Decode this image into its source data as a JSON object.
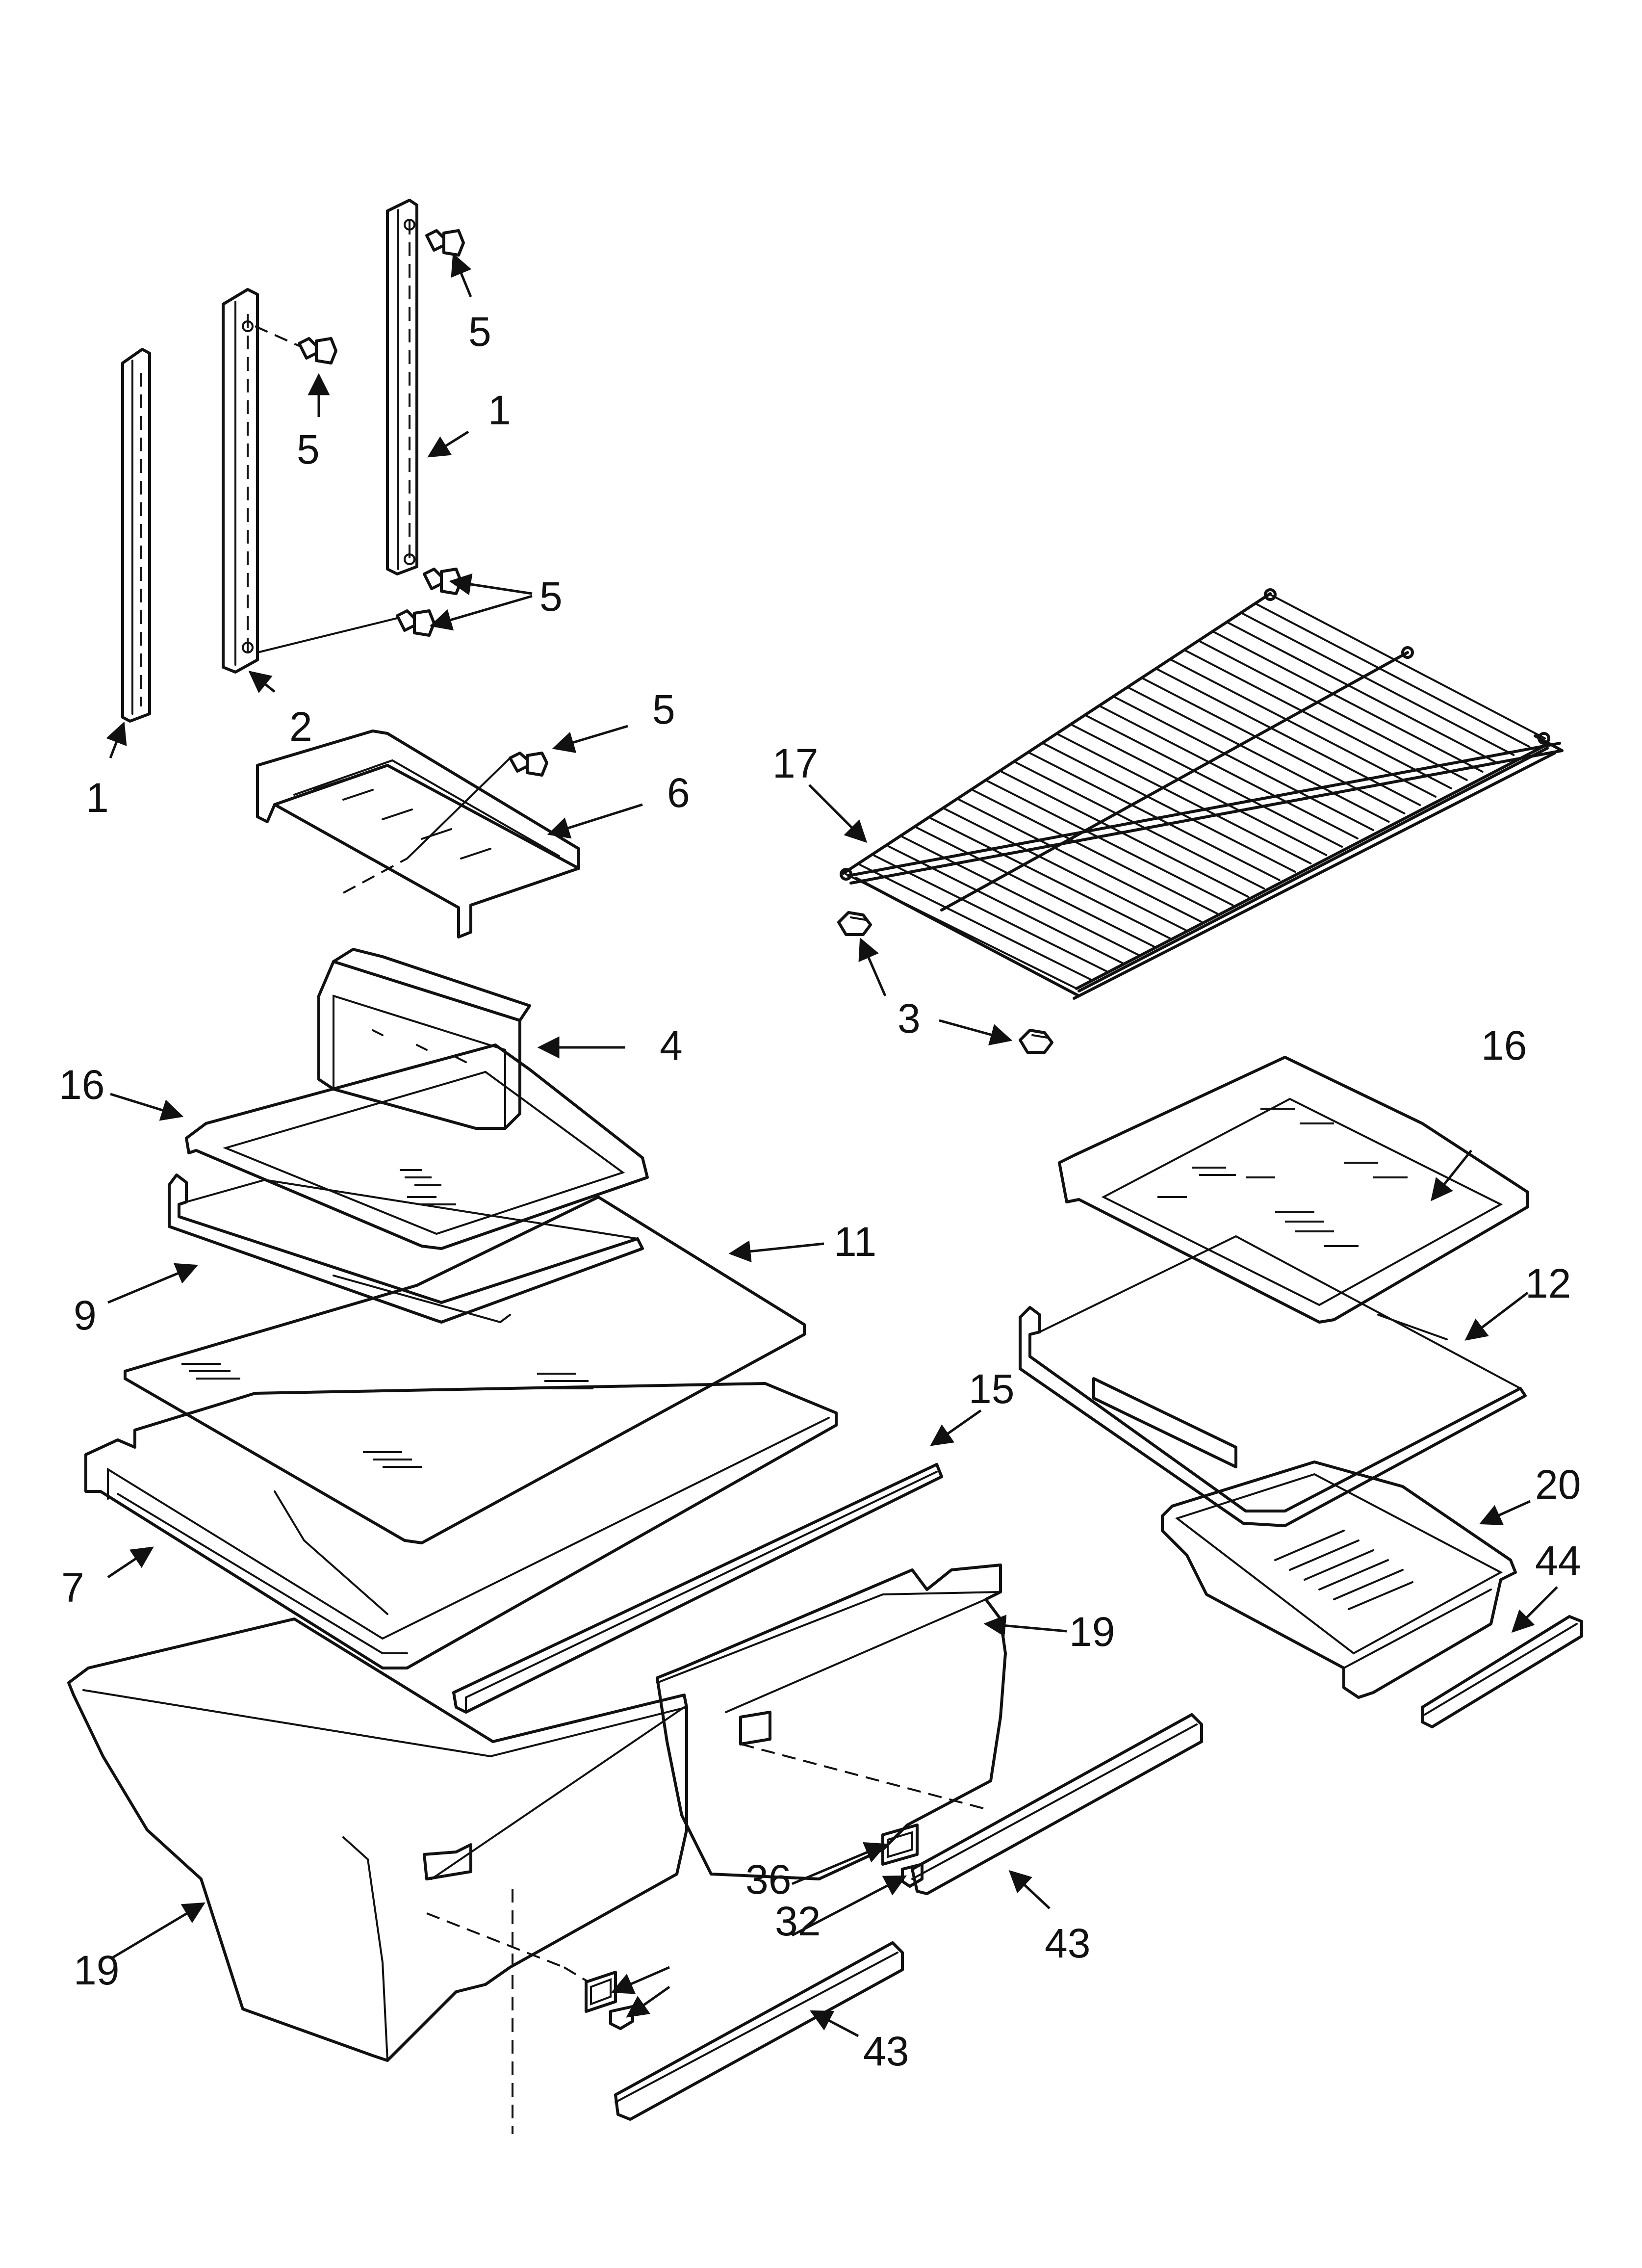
{
  "diagram": {
    "type": "exploded-parts-diagram",
    "callouts": [
      "1",
      "2",
      "3",
      "4",
      "5",
      "6",
      "7",
      "9",
      "11",
      "12",
      "15",
      "16",
      "17",
      "19",
      "20",
      "32",
      "36",
      "43",
      "44"
    ]
  }
}
